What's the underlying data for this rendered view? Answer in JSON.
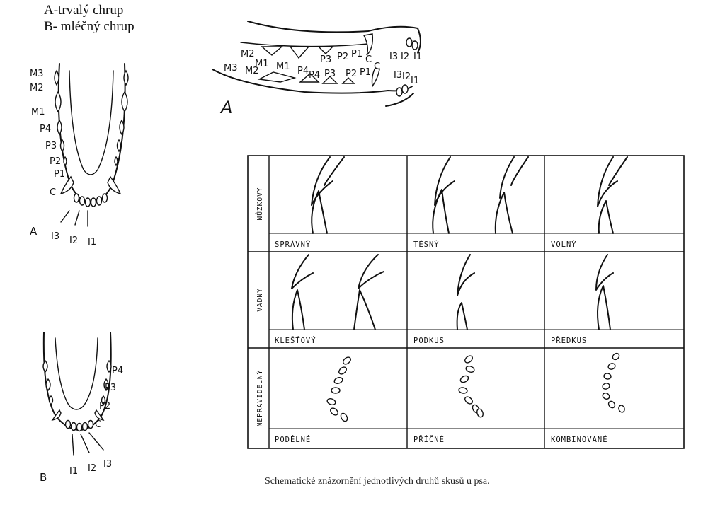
{
  "legend": {
    "line_a": "A-trvalý chrup",
    "line_b": "B- mléčný chrup"
  },
  "jaw_a": {
    "letter": "A",
    "labels": [
      "M3",
      "M2",
      "M1",
      "P4",
      "P3",
      "P2",
      "P1",
      "C"
    ],
    "incisors": [
      "I3",
      "I2",
      "I1"
    ]
  },
  "jaw_b": {
    "letter": "B",
    "labels": [
      "P4",
      "P3",
      "P2",
      "C"
    ],
    "incisors": [
      "I1",
      "I2",
      "I3"
    ]
  },
  "skull": {
    "letter": "A",
    "upper_labels": [
      "M2",
      "M1",
      "P3",
      "P2",
      "P1",
      "C",
      "I3",
      "I2",
      "I1"
    ],
    "lower_labels": [
      "M3",
      "M2",
      "M1",
      "P4",
      "P4",
      "P3",
      "P2",
      "P1",
      "C",
      "I3",
      "I2",
      "I1"
    ]
  },
  "bite_table": {
    "rows": [
      {
        "label": "NŮŽKOVÝ",
        "cells": [
          "SPRÁVNÝ",
          "TĚSNÝ",
          "VOLNÝ"
        ]
      },
      {
        "label": "VADNÝ",
        "cells": [
          "KLEŠŤOVÝ",
          "PODKUS",
          "PŘEDKUS"
        ]
      },
      {
        "label": "NEPRAVIDELNÝ",
        "cells": [
          "PODÉLNÉ",
          "PŘÍČNÉ",
          "KOMBINOVANÉ"
        ]
      }
    ]
  },
  "caption": "Schematické znázornění jednotlivých druhů skusů u psa."
}
